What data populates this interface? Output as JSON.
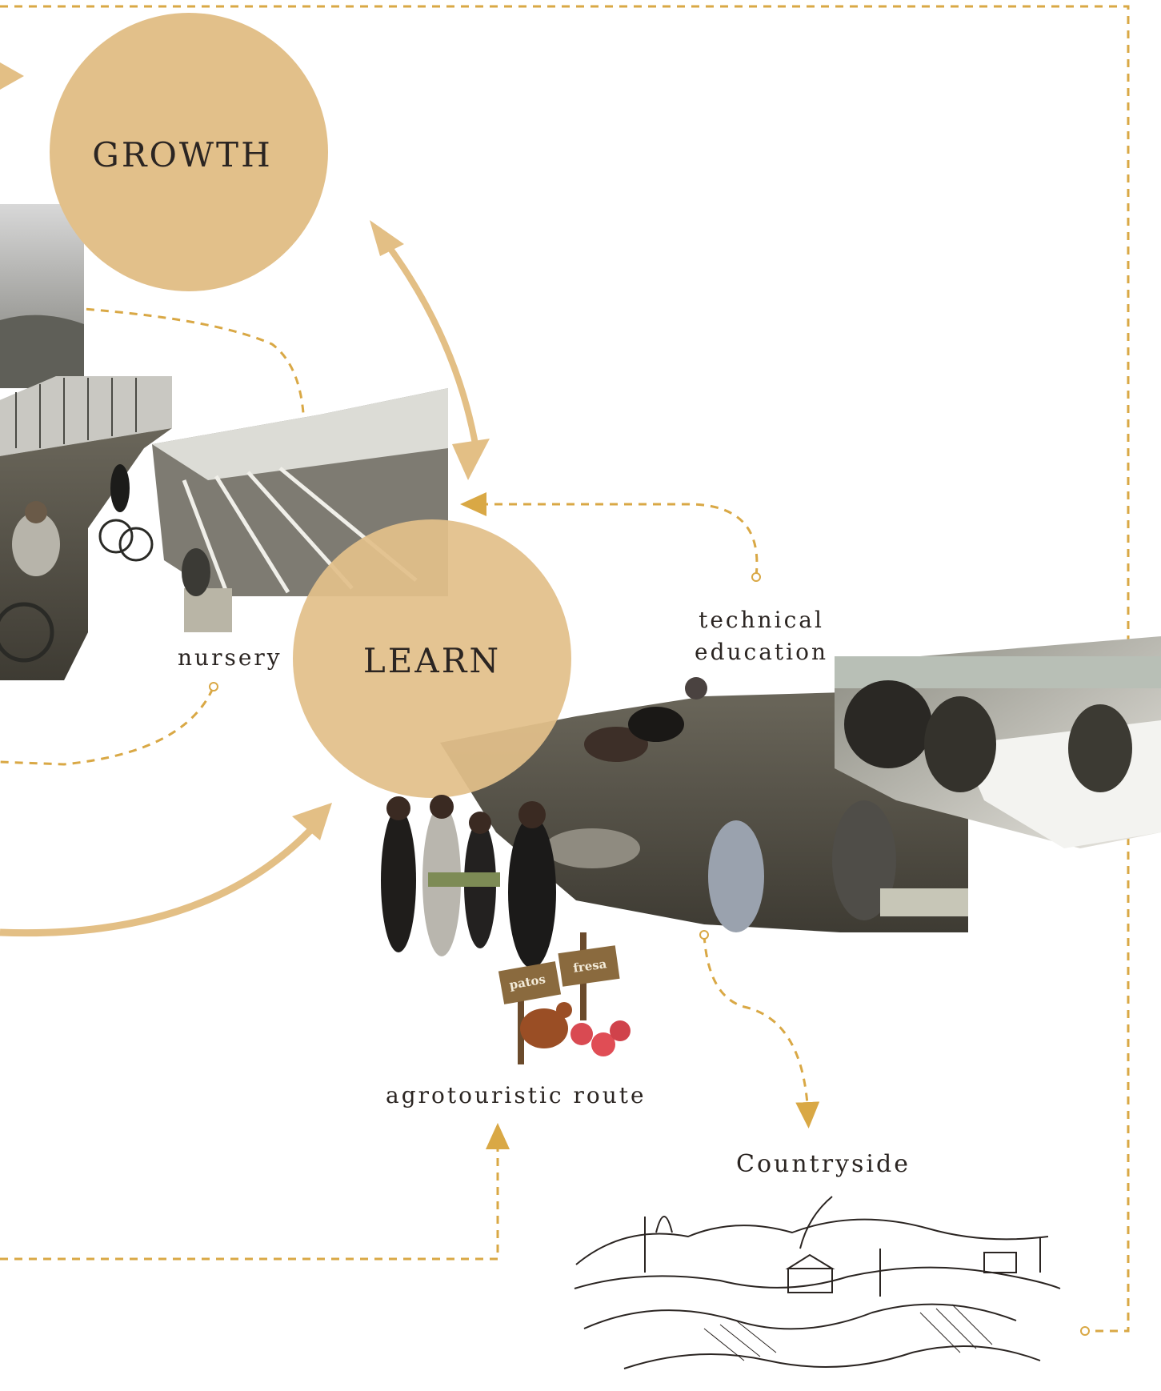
{
  "nodes": {
    "growth": {
      "label": "GROWTH"
    },
    "learn": {
      "label": "LEARN"
    }
  },
  "captions": {
    "nursery": "nursery",
    "technical_education_line1": "technical",
    "technical_education_line2": "education",
    "agrotouristic_route": "agrotouristic route",
    "countryside": "Countryside"
  },
  "signs": {
    "sign1": "patos",
    "sign2": "fresa"
  },
  "colors": {
    "circle_fill": "#e2c08a",
    "arrow_solid": "#e3bf85",
    "dashed_line": "#d9a845",
    "label_text": "#2b2522",
    "photo_dark": "#4a4a44",
    "photo_field": "#5a5548"
  }
}
